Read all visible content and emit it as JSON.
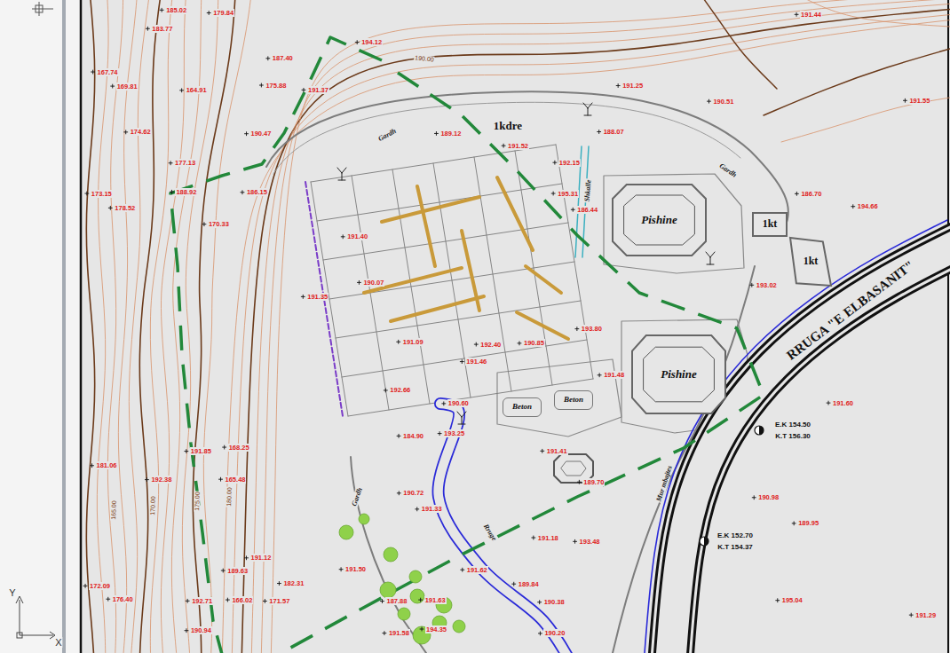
{
  "diagram": {
    "nodes": [
      {
        "text": [
          "Pishine"
        ]
      },
      {
        "text": [
          "Pishine"
        ]
      },
      {
        "text": [
          "1kt"
        ]
      },
      {
        "text": [
          "1kt"
        ]
      },
      {
        "text": [
          "Beton"
        ]
      },
      {
        "text": [
          "Beton"
        ]
      }
    ],
    "labels": [
      "1kdre",
      "RRUGA \"E ELBASANIT\"",
      "190.00",
      "180.00",
      "175.00",
      "170.00",
      "165.00",
      "Gardh",
      "Gardh",
      "Gardh",
      "Shkalle",
      "Rruge",
      "Mur mbajtes",
      "E.K 154.50",
      "K.T 156.30",
      "E.K 152.70",
      "K.T 154.37",
      "Y",
      "X",
      "192.71",
      "192.38",
      "191.85",
      "190.94",
      "191.12",
      "190.47",
      "189.63",
      "188.92",
      "187.40",
      "186.15",
      "185.02",
      "183.77",
      "182.31",
      "181.06",
      "179.84",
      "178.52",
      "177.13",
      "176.40",
      "175.88",
      "174.62",
      "173.15",
      "172.09",
      "171.57",
      "170.33",
      "169.81",
      "168.25",
      "167.74",
      "166.02",
      "165.48",
      "164.91",
      "191.52",
      "191.48",
      "191.60",
      "191.37",
      "191.44",
      "191.55",
      "191.29",
      "191.63",
      "191.41",
      "191.35",
      "191.58",
      "191.46",
      "191.50",
      "191.33",
      "191.62",
      "191.40",
      "191.25",
      "191.18",
      "191.09",
      "190.98",
      "190.85",
      "190.72",
      "190.60",
      "190.51",
      "190.38",
      "190.20",
      "190.07",
      "189.95",
      "189.84",
      "189.70",
      "192.15",
      "192.40",
      "192.66",
      "193.02",
      "193.25",
      "193.48",
      "193.80",
      "194.12",
      "194.35",
      "194.66",
      "195.04",
      "195.31",
      "186.44",
      "184.90",
      "188.07",
      "189.12",
      "187.88",
      "186.70"
    ]
  }
}
